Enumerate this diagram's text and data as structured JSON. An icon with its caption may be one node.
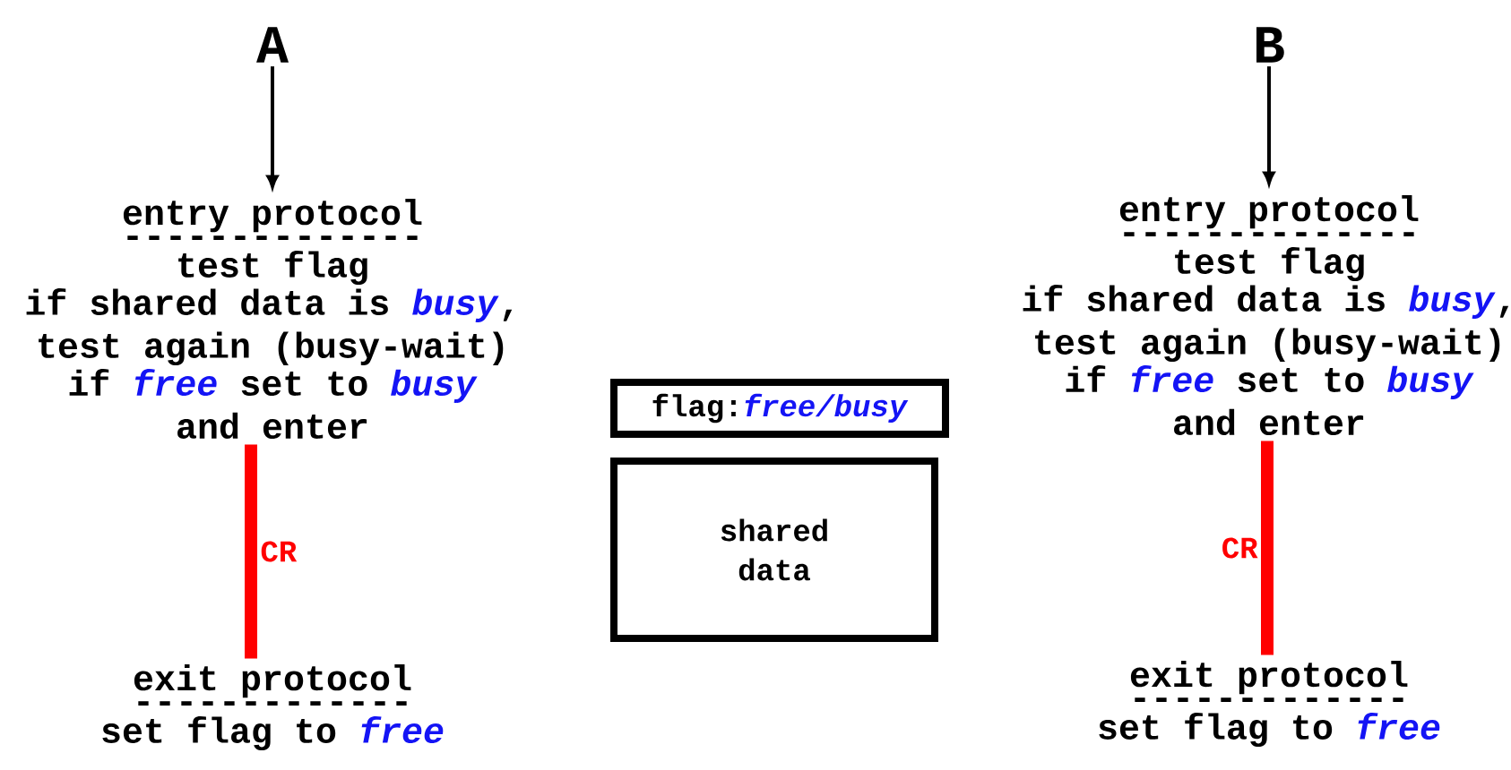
{
  "diagram": {
    "nodes": [
      {
        "text": [
          "A"
        ]
      },
      {
        "text": [
          "entry protocol",
          "--------------",
          "test flag",
          "if shared data is *busy*, test again (busy-wait)",
          "if *free* set to *busy* and enter"
        ]
      },
      {
        "text": [
          "exit protocol",
          "-------------",
          "set flag to *free*"
        ]
      },
      {
        "text": [
          "flag:*free/busy*"
        ]
      },
      {
        "text": [
          "shared data"
        ]
      },
      {
        "text": [
          "B"
        ]
      },
      {
        "text": [
          "entry protocol",
          "--------------",
          "test flag",
          "if shared data is *busy*, test again (busy-wait)",
          "if *free* set to *busy* and enter"
        ]
      },
      {
        "text": [
          "exit protocol",
          "-------------",
          "set flag to *free*"
        ]
      }
    ],
    "edges": [
      {
        "from": 0,
        "to": 1,
        "arrow": "to"
      },
      {
        "from": 1,
        "to": 2,
        "arrow": "none",
        "label": "CR",
        "style": "thick",
        "color": "#ff0000"
      },
      {
        "from": 5,
        "to": 6,
        "arrow": "to"
      },
      {
        "from": 6,
        "to": 7,
        "arrow": "none",
        "label": "CR",
        "style": "thick",
        "color": "#ff0000"
      }
    ]
  }
}
